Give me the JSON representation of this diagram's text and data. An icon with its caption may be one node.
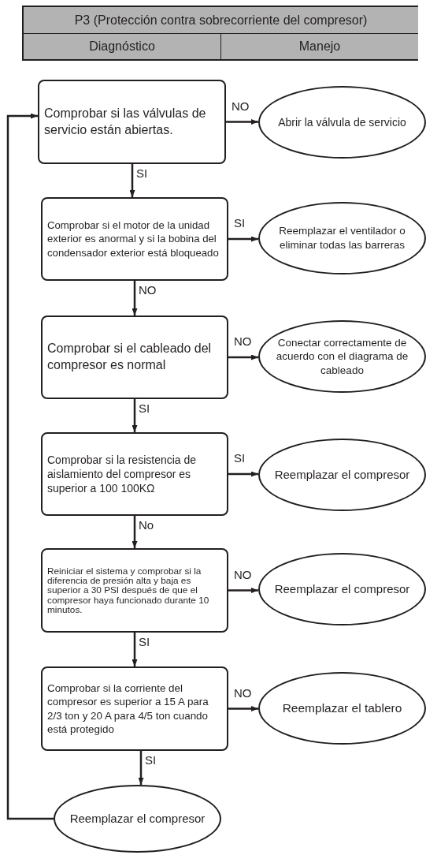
{
  "diagram": {
    "title": "P3 (Protección contra sobrecorriente del compresor)",
    "nodes": [
      {
        "text": [
          "Comprobar si las válvulas de servicio están abiertas."
        ]
      },
      {
        "text": [
          "Abrir la válvula de servicio"
        ]
      },
      {
        "text": [
          "Comprobar si el motor de la unidad exterior es anormal y si la bobina del condensador exterior está bloqueado"
        ]
      },
      {
        "text": [
          "Reemplazar el ventilador o eliminar todas las barreras"
        ]
      },
      {
        "text": [
          "Comprobar si el cableado del compresor es normal"
        ]
      },
      {
        "text": [
          "Conectar correctamente de acuerdo con el diagrama de cableado"
        ]
      },
      {
        "text": [
          "Comprobar si la resistencia de aislamiento del compresor es superior a 100 100KΩ"
        ]
      },
      {
        "text": [
          "Reemplazar el compresor"
        ]
      },
      {
        "text": [
          "Reiniciar el sistema y comprobar si la diferencia de presión alta y baja es superior a 30 PSI después de que el compresor haya funcionado durante 10 minutos."
        ]
      },
      {
        "text": [
          "Reemplazar el compresor"
        ]
      },
      {
        "text": [
          "Comprobar si la corriente del compresor es superior a 15 A para 2/3 ton y 20 A para 4/5 ton cuando está protegido"
        ]
      },
      {
        "text": [
          "Reemplazar el tablero"
        ]
      },
      {
        "text": [
          "Reemplazar el compresor"
        ]
      }
    ],
    "edges": [
      {
        "from": 0,
        "to": 1,
        "arrow": "to",
        "label": "NO"
      },
      {
        "from": 0,
        "to": 2,
        "arrow": "to",
        "label": "SI"
      },
      {
        "from": 2,
        "to": 3,
        "arrow": "to",
        "label": "SI"
      },
      {
        "from": 2,
        "to": 4,
        "arrow": "to",
        "label": "NO"
      },
      {
        "from": 4,
        "to": 5,
        "arrow": "to",
        "label": "NO"
      },
      {
        "from": 4,
        "to": 6,
        "arrow": "to",
        "label": "SI"
      },
      {
        "from": 6,
        "to": 7,
        "arrow": "to",
        "label": "SI"
      },
      {
        "from": 6,
        "to": 8,
        "arrow": "to",
        "label": "No"
      },
      {
        "from": 8,
        "to": 9,
        "arrow": "to",
        "label": "NO"
      },
      {
        "from": 8,
        "to": 10,
        "arrow": "to",
        "label": "SI"
      },
      {
        "from": 10,
        "to": 11,
        "arrow": "to",
        "label": "NO"
      },
      {
        "from": 10,
        "to": 12,
        "arrow": "to",
        "label": "SI"
      },
      {
        "from": 12,
        "to": 0,
        "arrow": "to"
      }
    ],
    "labels": [
      "Diagnóstico",
      "Manejo"
    ]
  }
}
